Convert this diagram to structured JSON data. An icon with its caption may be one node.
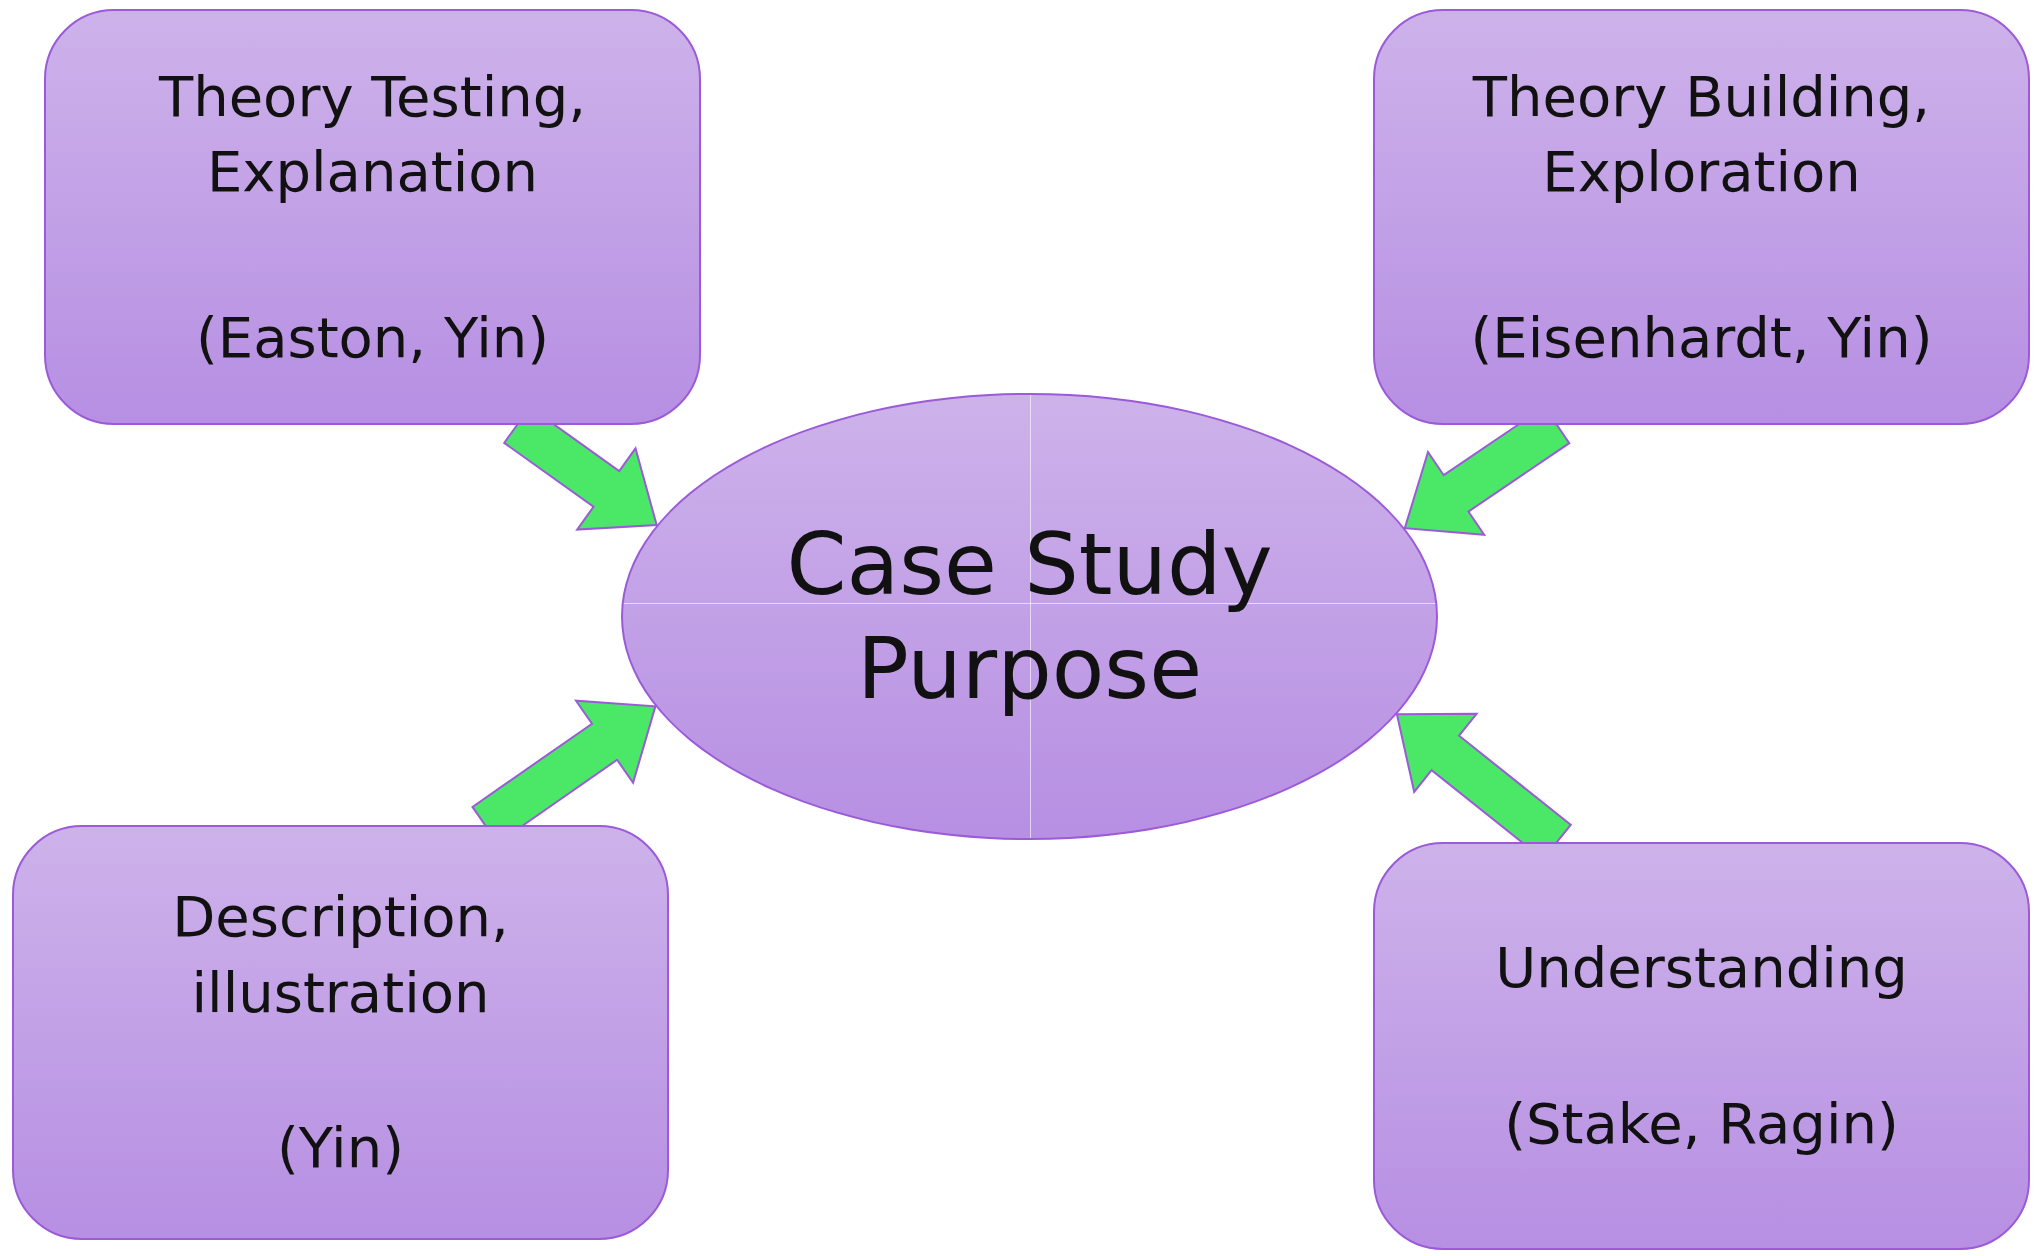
{
  "diagram": {
    "nodes": [
      {
        "text": [
          "Theory Testing, Explanation",
          "(Easton, Yin)"
        ]
      },
      {
        "text": [
          "Theory Building, Exploration",
          "(Eisenhardt, Yin)"
        ]
      },
      {
        "text": [
          "Case Study Purpose"
        ]
      },
      {
        "text": [
          "Description, illustration",
          "(Yin)"
        ]
      },
      {
        "text": [
          "Understanding",
          "(Stake, Ragin)"
        ]
      }
    ],
    "edges": [
      {
        "from": 0,
        "to": 2,
        "arrow": "to"
      },
      {
        "from": 1,
        "to": 2,
        "arrow": "to"
      },
      {
        "from": 3,
        "to": 2,
        "arrow": "to"
      },
      {
        "from": 4,
        "to": 2,
        "arrow": "to"
      }
    ]
  }
}
